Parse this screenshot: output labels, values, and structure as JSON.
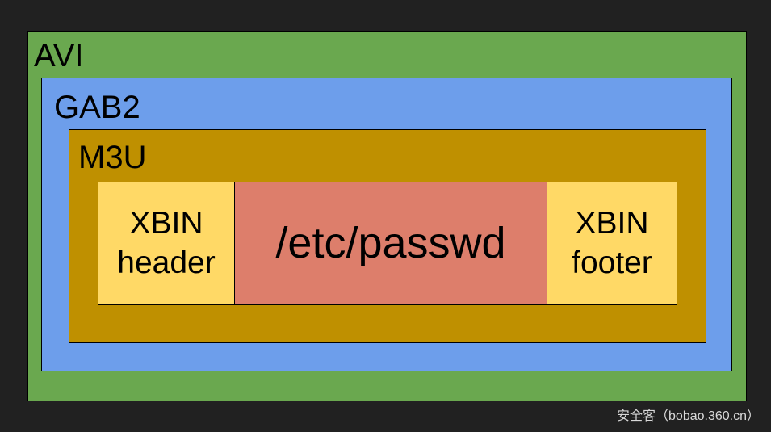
{
  "colors": {
    "background": "#212121",
    "avi_layer": "#6aa84f",
    "gab2_layer": "#6d9eeb",
    "m3u_layer": "#bf9000",
    "xbin_cells": "#ffd966",
    "payload_cell": "#dd7e6b",
    "border": "#000000",
    "watermark_text": "#d9d9d9"
  },
  "diagram": {
    "avi_label": "AVI",
    "gab2_label": "GAB2",
    "m3u_label": "M3U",
    "xbin_header": {
      "line1": "XBIN",
      "line2": "header"
    },
    "payload_label": "/etc/passwd",
    "xbin_footer": {
      "line1": "XBIN",
      "line2": "footer"
    }
  },
  "watermark": "安全客（bobao.360.cn）"
}
